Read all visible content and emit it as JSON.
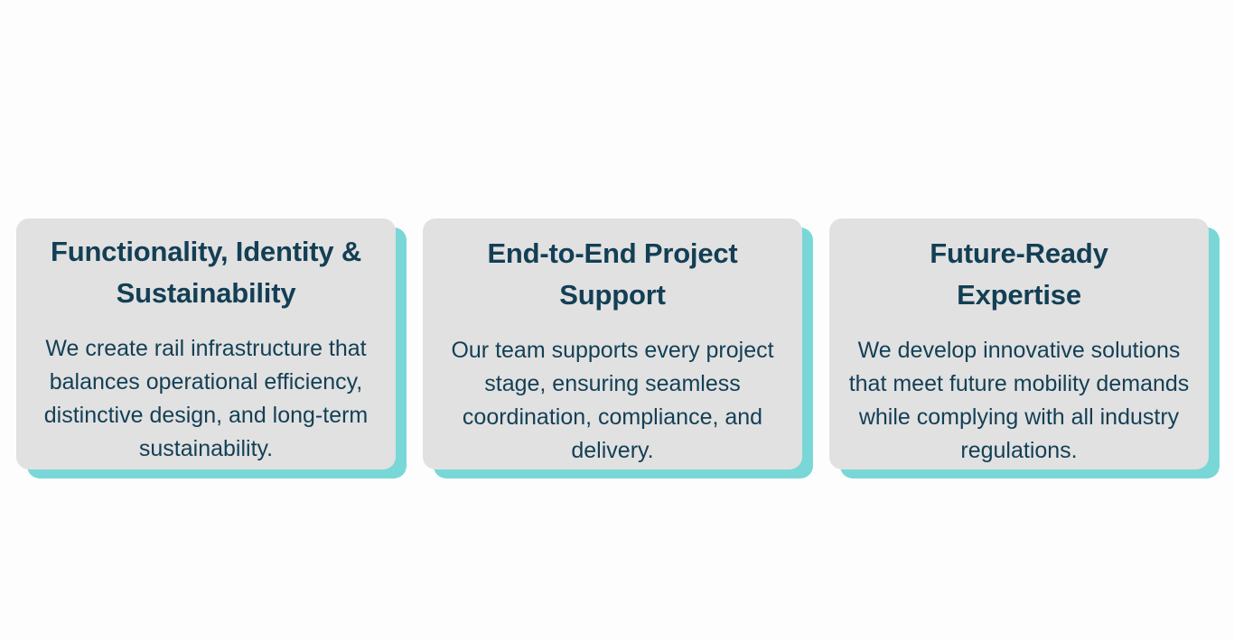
{
  "cards": [
    {
      "title": "Functionality, Identity & Sustainability",
      "body": "We create rail infrastructure that balances operational efficiency, distinctive design, and long-term sustainability."
    },
    {
      "title": "End-to-End Project Support",
      "body": "Our team supports every project stage, ensuring seamless coordination, compliance, and delivery."
    },
    {
      "title": "Future-Ready Expertise",
      "body": "We develop innovative solutions that meet future mobility demands while complying with all industry regulations."
    }
  ],
  "colors": {
    "background": "#fdfdfd",
    "card": "#e1e1e1",
    "card_shadow": "#79d7d8",
    "text": "#133f55"
  }
}
